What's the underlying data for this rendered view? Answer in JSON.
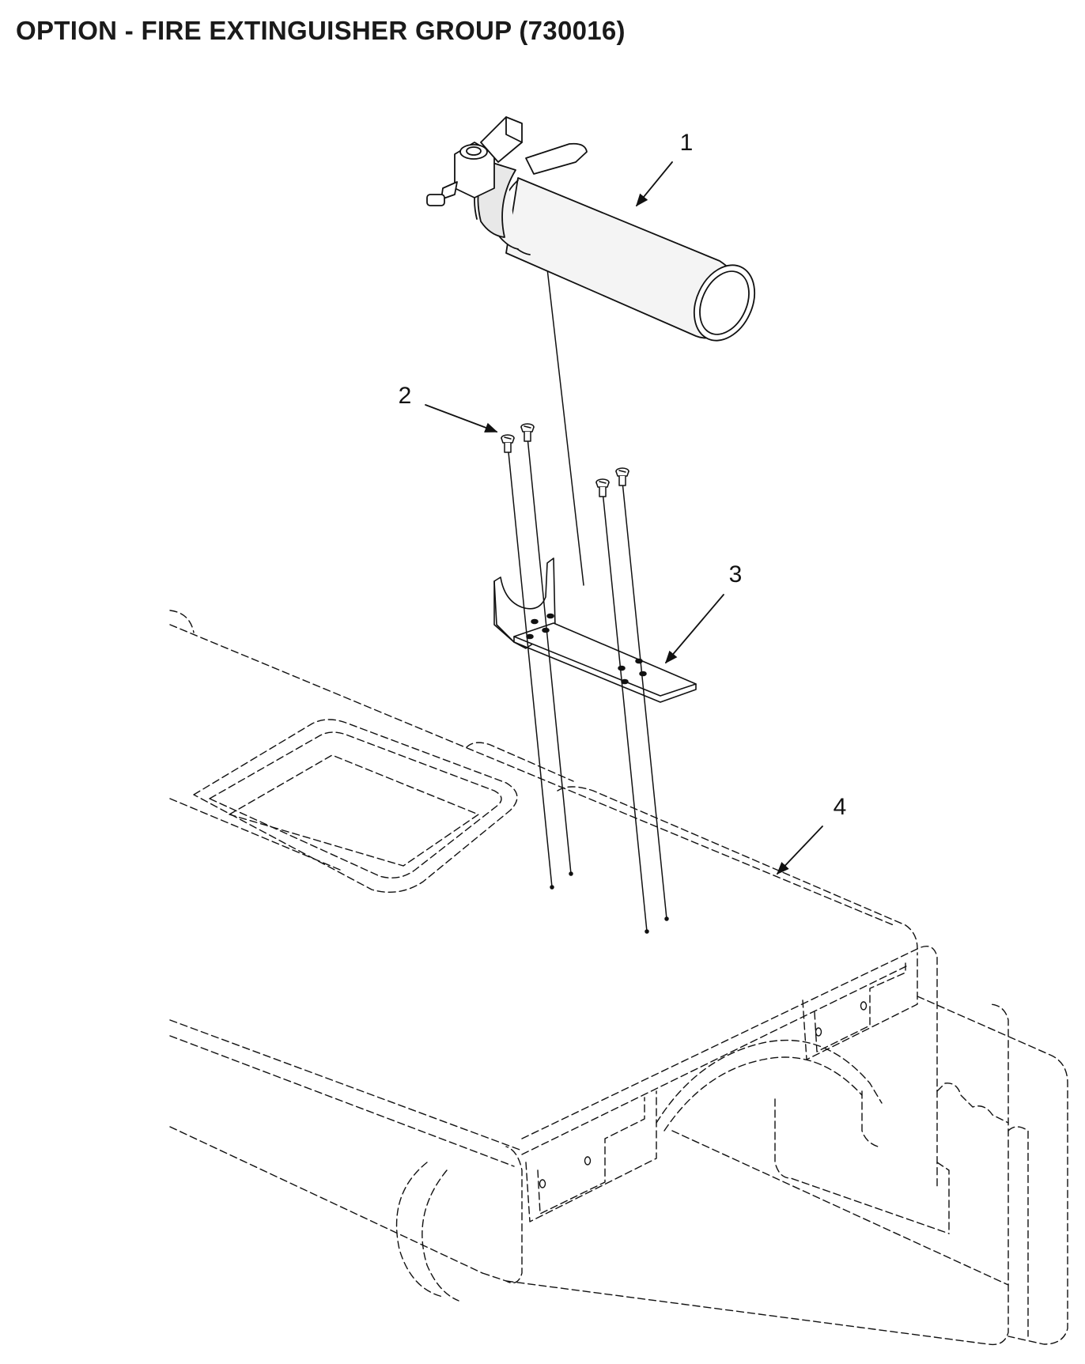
{
  "title": "OPTION - FIRE EXTINGUISHER GROUP (730016)",
  "callouts": {
    "c1": "1",
    "c2": "2",
    "c3": "3",
    "c4": "4"
  },
  "colors": {
    "line": "#111111",
    "background": "#ffffff",
    "extinguisher_fill": "#f4f4f4"
  }
}
